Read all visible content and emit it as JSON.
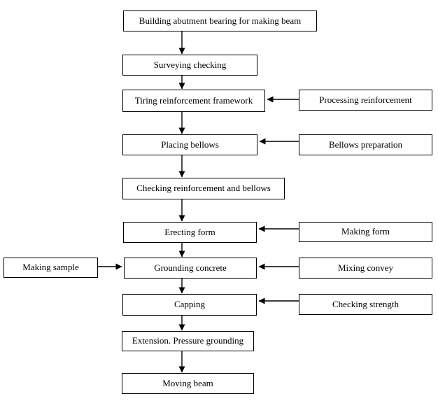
{
  "diagram": {
    "type": "flowchart",
    "background_color": "#ffffff",
    "line_color": "#000000",
    "text_color": "#000000",
    "main_flow": [
      {
        "id": "building-abutment-bearing",
        "label": "Building abutment bearing for making beam"
      },
      {
        "id": "surveying-checking",
        "label": "Surveying checking"
      },
      {
        "id": "tiring-reinforcement-framework",
        "label": "Tiring reinforcement framework"
      },
      {
        "id": "placing-bellows",
        "label": "Placing bellows"
      },
      {
        "id": "checking-reinforcement-and-bellows",
        "label": "Checking reinforcement and bellows"
      },
      {
        "id": "erecting-form",
        "label": "Erecting form"
      },
      {
        "id": "grounding-concrete",
        "label": "Grounding concrete"
      },
      {
        "id": "capping",
        "label": "Capping"
      },
      {
        "id": "extension-pressure-grounding",
        "label": "Extension. Pressure grounding"
      },
      {
        "id": "moving-beam",
        "label": "Moving beam"
      }
    ],
    "right_inputs": [
      {
        "id": "processing-reinforcement",
        "label": "Processing reinforcement",
        "feeds": "tiring-reinforcement-framework"
      },
      {
        "id": "bellows-preparation",
        "label": "Bellows preparation",
        "feeds": "placing-bellows"
      },
      {
        "id": "making-form",
        "label": "Making form",
        "feeds": "erecting-form"
      },
      {
        "id": "mixing-convey",
        "label": "Mixing convey",
        "feeds": "grounding-concrete"
      },
      {
        "id": "checking-strength",
        "label": "Checking strength",
        "feeds": "capping"
      }
    ],
    "left_inputs": [
      {
        "id": "making-sample",
        "label": "Making sample",
        "feeds": "grounding-concrete"
      }
    ],
    "edges": [
      {
        "from": "building-abutment-bearing",
        "to": "surveying-checking"
      },
      {
        "from": "surveying-checking",
        "to": "tiring-reinforcement-framework"
      },
      {
        "from": "tiring-reinforcement-framework",
        "to": "placing-bellows"
      },
      {
        "from": "placing-bellows",
        "to": "checking-reinforcement-and-bellows"
      },
      {
        "from": "checking-reinforcement-and-bellows",
        "to": "erecting-form"
      },
      {
        "from": "erecting-form",
        "to": "grounding-concrete"
      },
      {
        "from": "grounding-concrete",
        "to": "capping"
      },
      {
        "from": "capping",
        "to": "extension-pressure-grounding"
      },
      {
        "from": "extension-pressure-grounding",
        "to": "moving-beam"
      },
      {
        "from": "processing-reinforcement",
        "to": "tiring-reinforcement-framework"
      },
      {
        "from": "bellows-preparation",
        "to": "placing-bellows"
      },
      {
        "from": "making-form",
        "to": "erecting-form"
      },
      {
        "from": "mixing-convey",
        "to": "grounding-concrete"
      },
      {
        "from": "checking-strength",
        "to": "capping"
      },
      {
        "from": "making-sample",
        "to": "grounding-concrete"
      }
    ]
  }
}
